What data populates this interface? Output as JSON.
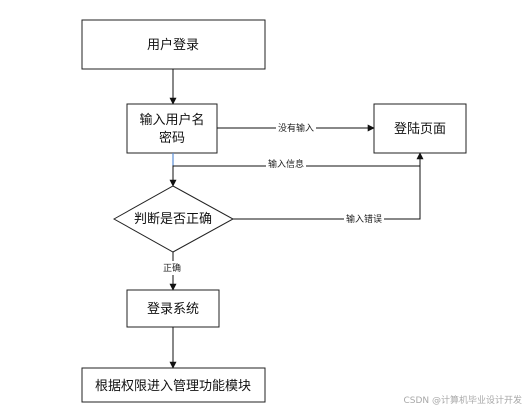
{
  "nodes": {
    "user_login": "用户登录",
    "input_line1": "输入用户名",
    "input_line2": "密码",
    "login_page": "登陆页面",
    "check": "判断是否正确",
    "login_system": "登录系统",
    "modules": "根据权限进入管理功能模块"
  },
  "edges": {
    "no_input": "没有输入",
    "input_info": "输入信息",
    "input_error": "输入错误",
    "correct": "正确"
  },
  "watermark": "CSDN @计算机毕业设计开发"
}
